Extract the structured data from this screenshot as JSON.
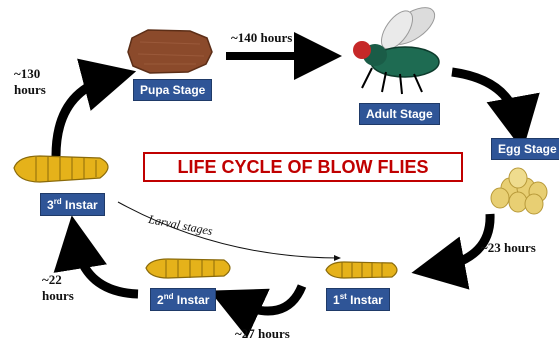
{
  "title": "LIFE CYCLE OF BLOW FLIES",
  "larval_label": "Larval stages",
  "stages": {
    "pupa": "Pupa Stage",
    "adult": "Adult Stage",
    "egg": "Egg Stage",
    "first_num": "1",
    "first_sup": "st",
    "first_word": " Instar",
    "second_num": "2",
    "second_sup": "nd",
    "second_word": " Instar",
    "third_num": "3",
    "third_sup": "rd",
    "third_word": " Instar"
  },
  "durations": {
    "pupa_to_adult": "~140 hours",
    "third_to_pupa_a": "~130",
    "third_to_pupa_b": "hours",
    "egg_to_first": "~23 hours",
    "first_to_second": "~27 hours",
    "second_to_third_a": "~22",
    "second_to_third_b": "hours"
  },
  "colors": {
    "arrow": "#000000",
    "label_bg": "#2f5597",
    "title_red": "#c00000",
    "larva": "#e5b21a",
    "pupa": "#8b4a2b",
    "egg": "#e8cf73",
    "fly_body": "#1e6b52"
  }
}
